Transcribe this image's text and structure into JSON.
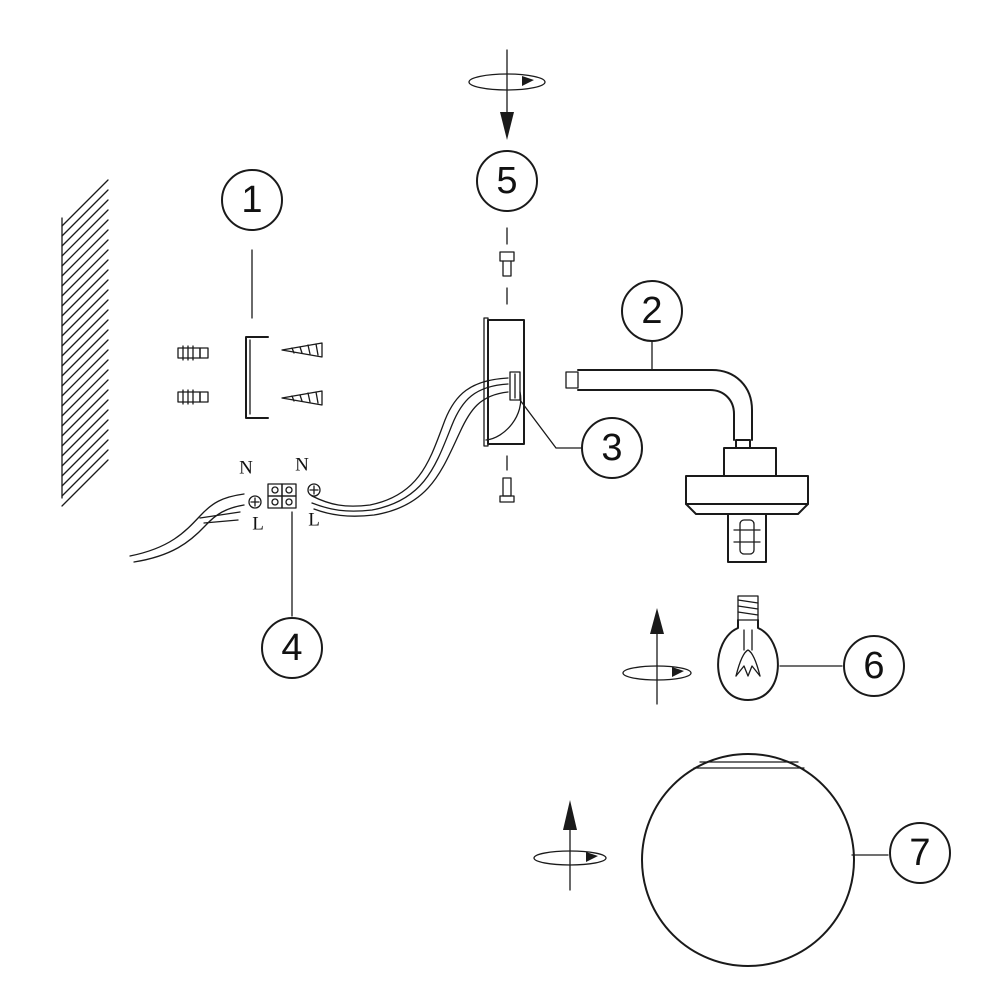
{
  "callouts": [
    {
      "id": "1",
      "label": "1"
    },
    {
      "id": "2",
      "label": "2"
    },
    {
      "id": "3",
      "label": "3"
    },
    {
      "id": "4",
      "label": "4"
    },
    {
      "id": "5",
      "label": "5"
    },
    {
      "id": "6",
      "label": "6"
    },
    {
      "id": "7",
      "label": "7"
    }
  ],
  "wire_labels": {
    "left_top": "N",
    "left_bottom": "L",
    "right_top": "N",
    "right_bottom": "L"
  }
}
